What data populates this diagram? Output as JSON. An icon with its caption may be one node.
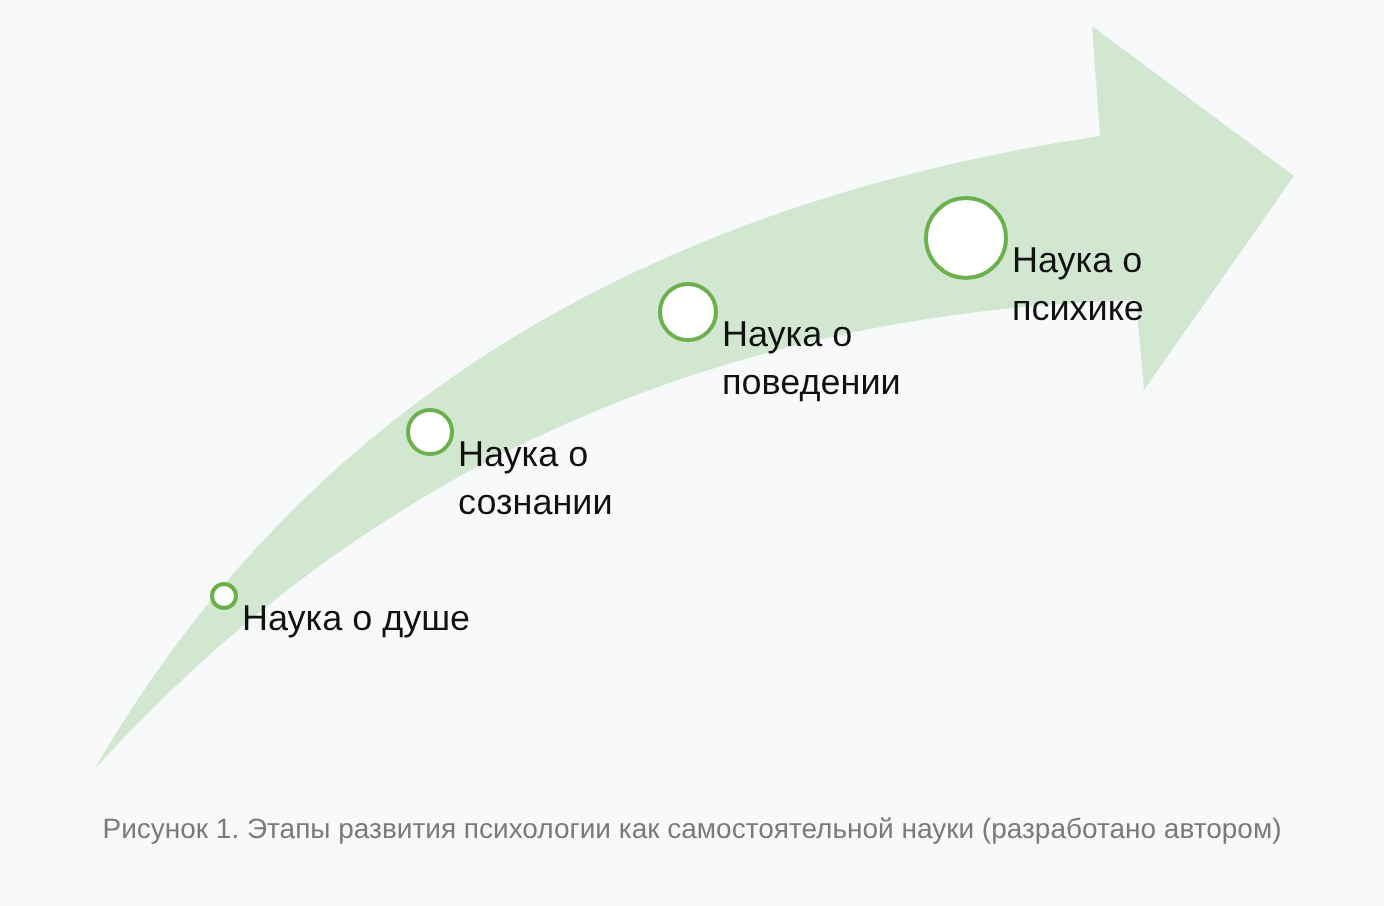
{
  "diagram": {
    "caption": "Рисунок 1. Этапы развития психологии как самостоятельной науки (разработано автором)",
    "nodes": [
      {
        "text": [],
        "shape": "circle",
        "beside": [
          "Наука о душе"
        ]
      },
      {
        "text": [],
        "shape": "circle",
        "beside": [
          "Наука о сознании"
        ]
      },
      {
        "text": [],
        "shape": "circle",
        "beside": [
          "Наука о поведении"
        ]
      },
      {
        "text": [],
        "shape": "circle",
        "beside": [
          "Наука о психике"
        ]
      }
    ]
  }
}
